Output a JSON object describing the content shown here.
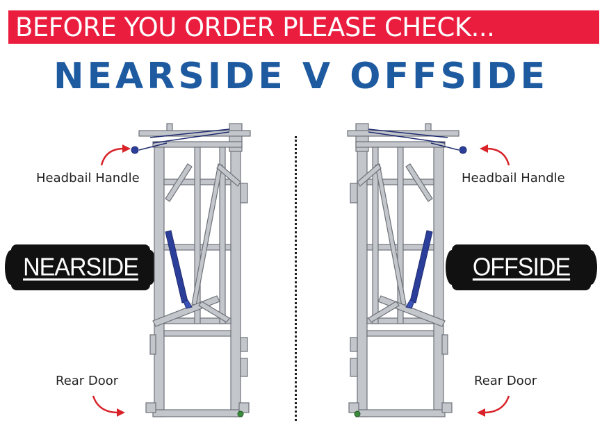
{
  "banner": {
    "text": "BEFORE YOU ORDER PLEASE CHECK..."
  },
  "heading": {
    "text": "NEARSIDE V OFFSIDE"
  },
  "left": {
    "side_label": "NEARSIDE",
    "headbail_label": "Headbail Handle",
    "rear_door_label": "Rear Door"
  },
  "right": {
    "side_label": "OFFSIDE",
    "headbail_label": "Headbail Handle",
    "rear_door_label": "Rear Door"
  },
  "colors": {
    "banner_red": "#ea1d3f",
    "heading_blue": "#1d5aa0",
    "arrow_red": "#d8232a",
    "frame_grey": "#b8bcc2",
    "ram_blue": "#2b3f9a"
  }
}
